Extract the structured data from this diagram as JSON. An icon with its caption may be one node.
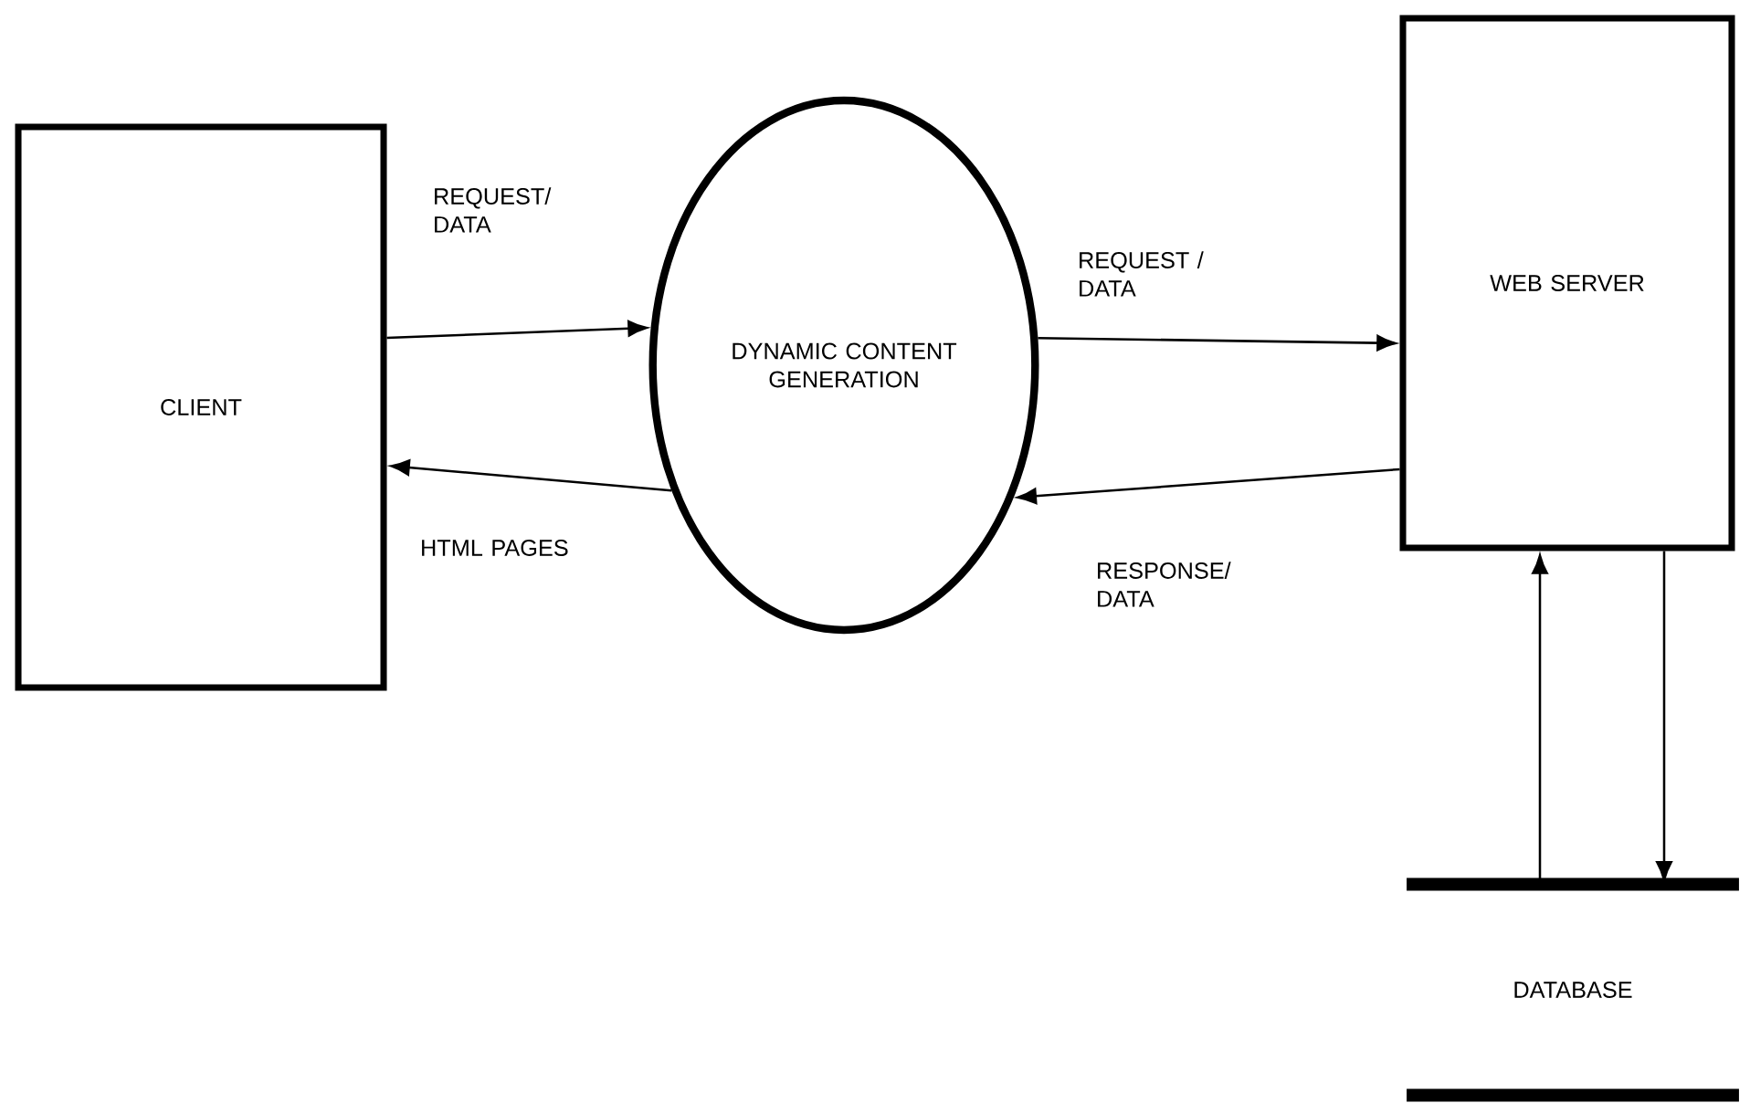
{
  "diagram": {
    "nodes": [
      {
        "text": [
          "CLIENT"
        ]
      },
      {
        "text": [
          "DYNAMIC CONTENT GENERATION"
        ]
      },
      {
        "text": [
          "WEB SERVER"
        ]
      },
      {
        "text": [
          "DATABASE"
        ]
      }
    ],
    "edges": [
      {
        "from": 0,
        "to": 1,
        "arrow": "to",
        "label": "REQUEST/ DATA"
      },
      {
        "from": 1,
        "to": 0,
        "arrow": "to",
        "label": "HTML PAGES"
      },
      {
        "from": 1,
        "to": 2,
        "arrow": "to",
        "label": "REQUEST / DATA"
      },
      {
        "from": 2,
        "to": 1,
        "arrow": "to",
        "label": "RESPONSE/ DATA"
      },
      {
        "from": 3,
        "to": 2,
        "arrow": "to"
      },
      {
        "from": 2,
        "to": 3,
        "arrow": "to"
      }
    ]
  }
}
